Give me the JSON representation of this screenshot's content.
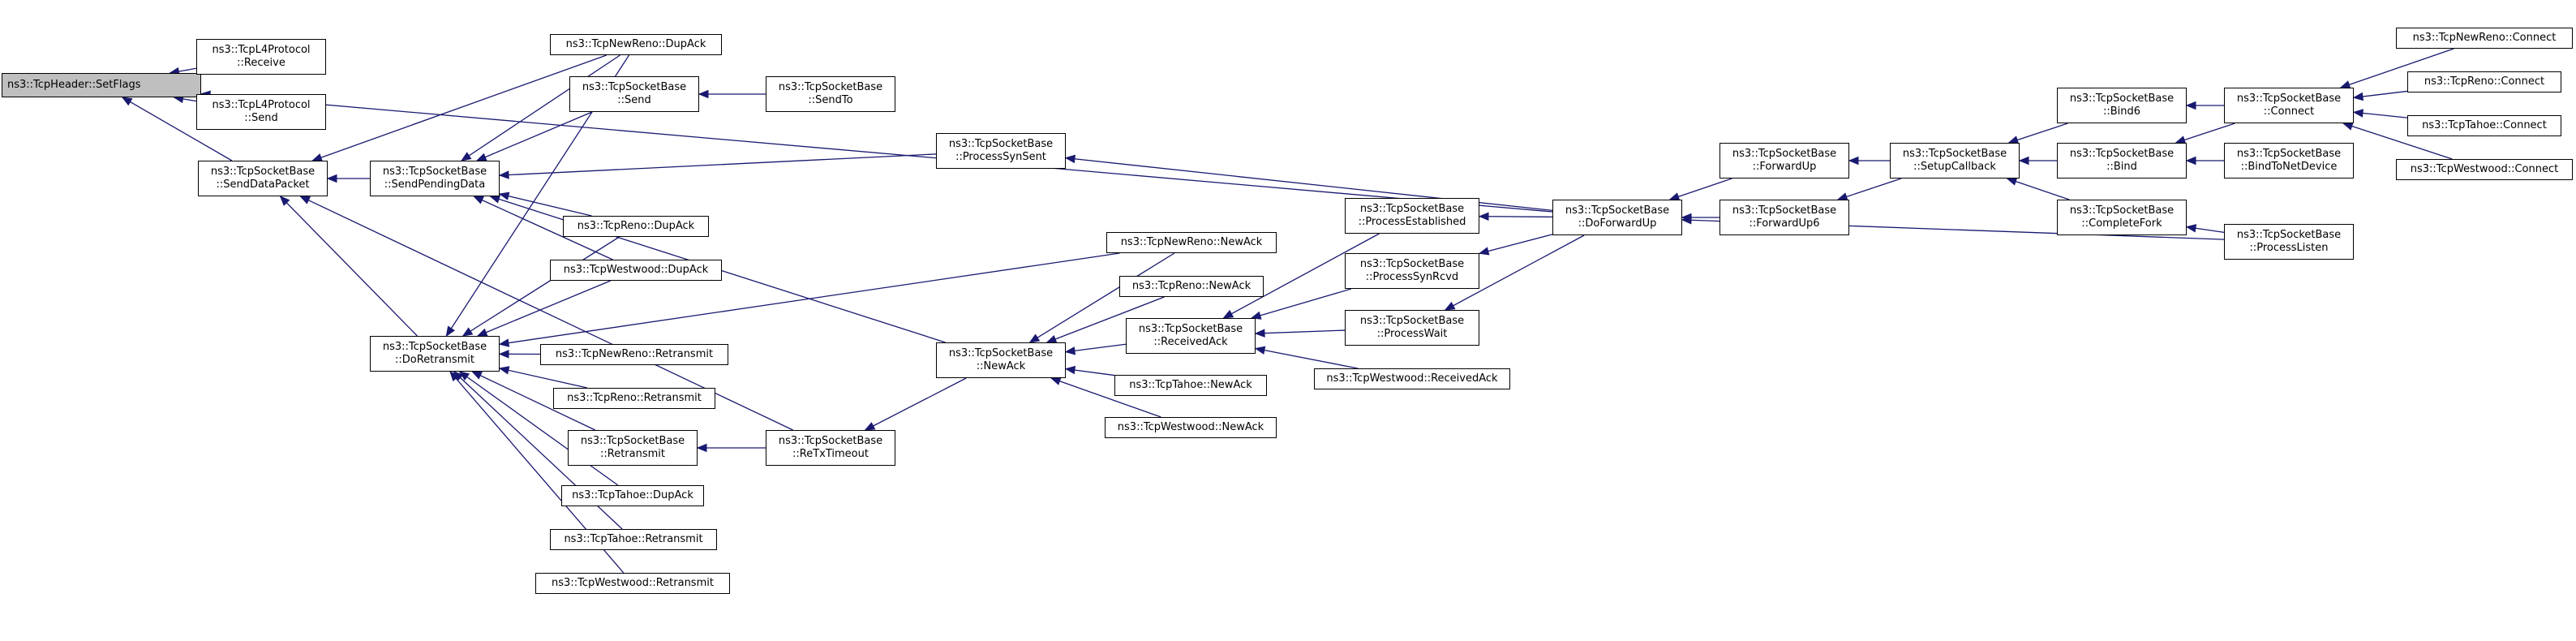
{
  "nodes": {
    "setflags": [
      "ns3::TcpHeader::SetFlags"
    ],
    "l4receive": [
      "ns3::TcpL4Protocol",
      "::Receive"
    ],
    "l4send": [
      "ns3::TcpL4Protocol",
      "::Send"
    ],
    "senddata": [
      "ns3::TcpSocketBase",
      "::SendDataPacket"
    ],
    "sendpending": [
      "ns3::TcpSocketBase",
      "::SendPendingData"
    ],
    "doretransmit": [
      "ns3::TcpSocketBase",
      "::DoRetransmit"
    ],
    "newrenodupack": [
      "ns3::TcpNewReno::DupAck"
    ],
    "send": [
      "ns3::TcpSocketBase",
      "::Send"
    ],
    "sendto": [
      "ns3::TcpSocketBase",
      "::SendTo"
    ],
    "renodupack": [
      "ns3::TcpReno::DupAck"
    ],
    "westdupack": [
      "ns3::TcpWestwood::DupAck"
    ],
    "newrenoretx": [
      "ns3::TcpNewReno::Retransmit"
    ],
    "renoretx": [
      "ns3::TcpReno::Retransmit"
    ],
    "retransmit": [
      "ns3::TcpSocketBase",
      "::Retransmit"
    ],
    "tahoedupack": [
      "ns3::TcpTahoe::DupAck"
    ],
    "tahoeretx": [
      "ns3::TcpTahoe::Retransmit"
    ],
    "westretx": [
      "ns3::TcpWestwood::Retransmit"
    ],
    "retxtimeout": [
      "ns3::TcpSocketBase",
      "::ReTxTimeout"
    ],
    "processsynsent": [
      "ns3::TcpSocketBase",
      "::ProcessSynSent"
    ],
    "newack": [
      "ns3::TcpSocketBase",
      "::NewAck"
    ],
    "newrenonewack": [
      "ns3::TcpNewReno::NewAck"
    ],
    "renonewack": [
      "ns3::TcpReno::NewAck"
    ],
    "receivedack": [
      "ns3::TcpSocketBase",
      "::ReceivedAck"
    ],
    "tahoenewack": [
      "ns3::TcpTahoe::NewAck"
    ],
    "westnewack": [
      "ns3::TcpWestwood::NewAck"
    ],
    "processest": [
      "ns3::TcpSocketBase",
      "::ProcessEstablished"
    ],
    "processsynrcvd": [
      "ns3::TcpSocketBase",
      "::ProcessSynRcvd"
    ],
    "processwait": [
      "ns3::TcpSocketBase",
      "::ProcessWait"
    ],
    "westrecvack": [
      "ns3::TcpWestwood::ReceivedAck"
    ],
    "doforwardup": [
      "ns3::TcpSocketBase",
      "::DoForwardUp"
    ],
    "forwardup": [
      "ns3::TcpSocketBase",
      "::ForwardUp"
    ],
    "forwardup6": [
      "ns3::TcpSocketBase",
      "::ForwardUp6"
    ],
    "setupcallback": [
      "ns3::TcpSocketBase",
      "::SetupCallback"
    ],
    "bind6": [
      "ns3::TcpSocketBase",
      "::Bind6"
    ],
    "bind": [
      "ns3::TcpSocketBase",
      "::Bind"
    ],
    "completefork": [
      "ns3::TcpSocketBase",
      "::CompleteFork"
    ],
    "connect": [
      "ns3::TcpSocketBase",
      "::Connect"
    ],
    "bindtonetdev": [
      "ns3::TcpSocketBase",
      "::BindToNetDevice"
    ],
    "processlisten": [
      "ns3::TcpSocketBase",
      "::ProcessListen"
    ],
    "newrenoconnect": [
      "ns3::TcpNewReno::Connect"
    ],
    "renoconnect": [
      "ns3::TcpReno::Connect"
    ],
    "tahoeconnect": [
      "ns3::TcpTahoe::Connect"
    ],
    "westconnect": [
      "ns3::TcpWestwood::Connect"
    ]
  },
  "edges": [
    [
      "l4receive",
      "setflags"
    ],
    [
      "l4send",
      "setflags"
    ],
    [
      "senddata",
      "setflags"
    ],
    [
      "doforwardup",
      "setflags"
    ],
    [
      "sendpending",
      "senddata"
    ],
    [
      "doretransmit",
      "senddata"
    ],
    [
      "newrenodupack",
      "senddata"
    ],
    [
      "retxtimeout",
      "senddata"
    ],
    [
      "newrenodupack",
      "sendpending"
    ],
    [
      "send",
      "sendpending"
    ],
    [
      "renodupack",
      "sendpending"
    ],
    [
      "westdupack",
      "sendpending"
    ],
    [
      "processsynsent",
      "sendpending"
    ],
    [
      "newack",
      "sendpending"
    ],
    [
      "newrenodupack",
      "doretransmit"
    ],
    [
      "renodupack",
      "doretransmit"
    ],
    [
      "westdupack",
      "doretransmit"
    ],
    [
      "newrenoretx",
      "doretransmit"
    ],
    [
      "renoretx",
      "doretransmit"
    ],
    [
      "retransmit",
      "doretransmit"
    ],
    [
      "tahoedupack",
      "doretransmit"
    ],
    [
      "tahoeretx",
      "doretransmit"
    ],
    [
      "westretx",
      "doretransmit"
    ],
    [
      "newrenonewack",
      "doretransmit"
    ],
    [
      "sendto",
      "send"
    ],
    [
      "retxtimeout",
      "retransmit"
    ],
    [
      "newack",
      "retxtimeout"
    ],
    [
      "newrenonewack",
      "newack"
    ],
    [
      "renonewack",
      "newack"
    ],
    [
      "receivedack",
      "newack"
    ],
    [
      "tahoenewack",
      "newack"
    ],
    [
      "westnewack",
      "newack"
    ],
    [
      "processest",
      "receivedack"
    ],
    [
      "processsynrcvd",
      "receivedack"
    ],
    [
      "processwait",
      "receivedack"
    ],
    [
      "westrecvack",
      "receivedack"
    ],
    [
      "doforwardup",
      "processsynsent"
    ],
    [
      "doforwardup",
      "processest"
    ],
    [
      "doforwardup",
      "processsynrcvd"
    ],
    [
      "doforwardup",
      "processwait"
    ],
    [
      "forwardup",
      "doforwardup"
    ],
    [
      "forwardup6",
      "doforwardup"
    ],
    [
      "processlisten",
      "doforwardup"
    ],
    [
      "setupcallback",
      "forwardup"
    ],
    [
      "setupcallback",
      "forwardup6"
    ],
    [
      "bind6",
      "setupcallback"
    ],
    [
      "bind",
      "setupcallback"
    ],
    [
      "completefork",
      "setupcallback"
    ],
    [
      "connect",
      "bind6"
    ],
    [
      "connect",
      "bind"
    ],
    [
      "bindtonetdev",
      "bind"
    ],
    [
      "processlisten",
      "completefork"
    ],
    [
      "newrenoconnect",
      "connect"
    ],
    [
      "renoconnect",
      "connect"
    ],
    [
      "tahoeconnect",
      "connect"
    ],
    [
      "westconnect",
      "connect"
    ]
  ]
}
